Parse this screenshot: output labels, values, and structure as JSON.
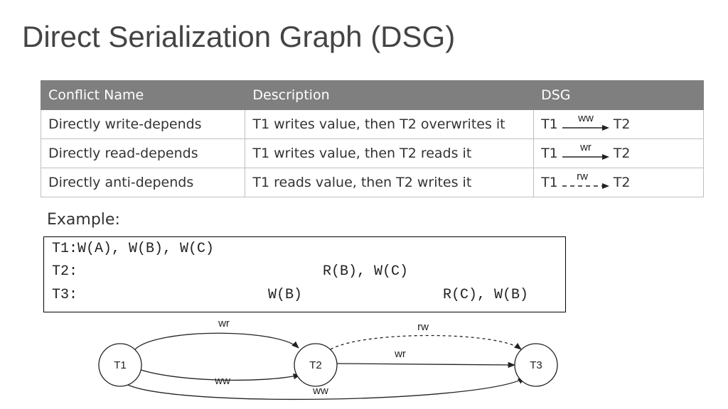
{
  "title": "Direct Serialization Graph (DSG)",
  "table": {
    "headers": [
      "Conflict Name",
      "Description",
      "DSG"
    ],
    "rows": [
      {
        "name": "Directly write-depends",
        "description": "T1 writes value, then T2 overwrites it",
        "from": "T1",
        "edge": "ww",
        "to": "T2",
        "style": "solid"
      },
      {
        "name": "Directly read-depends",
        "description": "T1 writes value, then T2 reads it",
        "from": "T1",
        "edge": "wr",
        "to": "T2",
        "style": "solid"
      },
      {
        "name": "Directly anti-depends",
        "description": "T1 reads value, then T2 writes it",
        "from": "T1",
        "edge": "rw",
        "to": "T2",
        "style": "dashed"
      }
    ]
  },
  "example": {
    "label": "Example:",
    "schedule": [
      {
        "txn": "T1:",
        "ops": [
          "W(A), W(B), W(C)"
        ]
      },
      {
        "txn": "T2:",
        "ops": [
          "R(B), W(C)"
        ]
      },
      {
        "txn": "T3:",
        "ops": [
          "W(B)",
          "R(C), W(B)"
        ]
      }
    ]
  },
  "graph": {
    "nodes": [
      "T1",
      "T2",
      "T3"
    ],
    "edges": [
      {
        "from": "T1",
        "to": "T2",
        "label": "wr",
        "style": "solid"
      },
      {
        "from": "T1",
        "to": "T2",
        "label": "ww",
        "style": "solid"
      },
      {
        "from": "T2",
        "to": "T3",
        "label": "rw",
        "style": "dashed"
      },
      {
        "from": "T2",
        "to": "T3",
        "label": "wr",
        "style": "solid"
      },
      {
        "from": "T1",
        "to": "T3",
        "label": "ww",
        "style": "solid"
      }
    ]
  },
  "colors": {
    "header_bg": "#7f7f7f",
    "border": "#bfbfbf",
    "text": "#333333"
  }
}
